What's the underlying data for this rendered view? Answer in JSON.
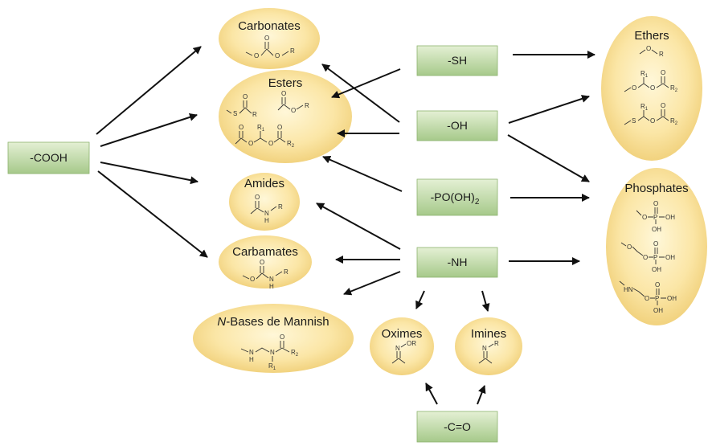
{
  "groups": {
    "cooh": "-COOH",
    "sh": "-SH",
    "oh": "-OH",
    "po_prefix": "-PO(OH)",
    "po_sub": "2",
    "nh": "-NH",
    "co": "-C=O"
  },
  "classes": {
    "carbonates": "Carbonates",
    "esters": "Esters",
    "amides": "Amides",
    "carbamates": "Carbamates",
    "mannich_italic": "N",
    "mannich_rest": "-Bases de Mannish",
    "oximes": "Oximes",
    "imines": "Imines",
    "ethers": "Ethers",
    "phosphates": "Phosphates"
  },
  "atoms": {
    "O": "O",
    "S": "S",
    "N": "N",
    "H": "H",
    "P": "P",
    "R": "R",
    "R1": "R",
    "R2": "R",
    "OR": "OR",
    "OH": "OH",
    "HN": "HN",
    "sub1": "1",
    "sub2": "2"
  },
  "colors": {
    "node_green_light": "#e4f0d4",
    "node_green_dark": "#a6c98a",
    "ellipse_light": "#fff3c8",
    "ellipse_dark": "#f2d27e"
  }
}
